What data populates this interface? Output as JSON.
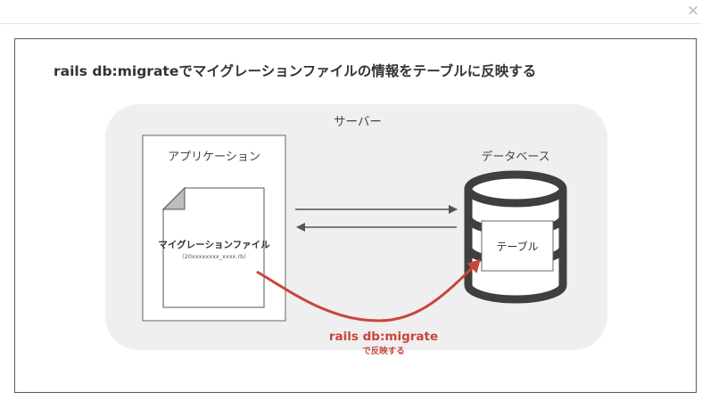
{
  "modal": {
    "close_label": "×"
  },
  "diagram": {
    "title": "rails db:migrateでマイグレーションファイルの情報をテーブルに反映する",
    "server_label": "サーバー",
    "application_label": "アプリケーション",
    "database_label": "データベース",
    "file_label": "マイグレーションファイル",
    "file_sublabel": "（20xxxxxxxx_xxxx.rb）",
    "table_label": "テーブル",
    "command_label": "rails db:migrate",
    "command_sublabel": "で反映する"
  },
  "colors": {
    "accent": "#c9443a",
    "server_bg": "#efefef",
    "stroke": "#444444"
  }
}
